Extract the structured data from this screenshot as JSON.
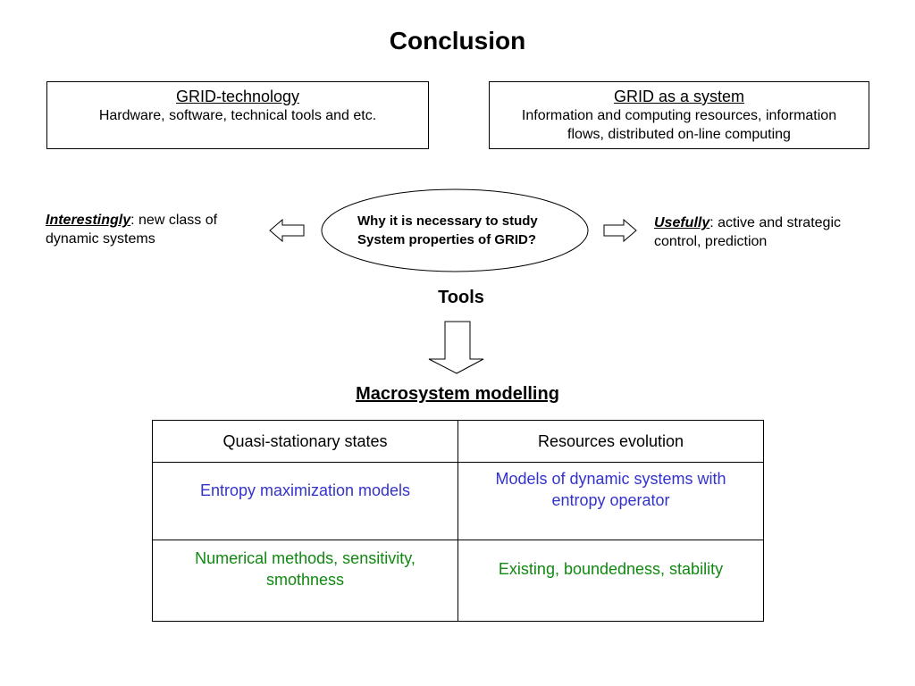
{
  "title": "Conclusion",
  "grid_technology": {
    "heading": "GRID-technology",
    "text": "Hardware, software, technical tools and etc."
  },
  "grid_system": {
    "heading": "GRID as a system",
    "text": "Information and computing resources, information flows, distributed on-line computing"
  },
  "center_question": {
    "line1": "Why it is necessary to study",
    "line2": "System properties of GRID?"
  },
  "left_note": {
    "keyword": "Interestingly",
    "text": ": new class of dynamic systems"
  },
  "right_note": {
    "keyword": "Usefully",
    "text": ": active and strategic control, prediction"
  },
  "tools_label": "Tools",
  "macro_title": "Macrosystem modelling",
  "table": {
    "headers": [
      "Quasi-stationary states",
      "Resources evolution"
    ],
    "row1": [
      "Entropy maximization models",
      "Models of dynamic systems with entropy operator"
    ],
    "row2": [
      "Numerical methods, sensitivity, smothness",
      "Existing, boundedness, stability"
    ]
  },
  "colors": {
    "row1_text": "#3333cc",
    "row2_text": "#118811"
  }
}
